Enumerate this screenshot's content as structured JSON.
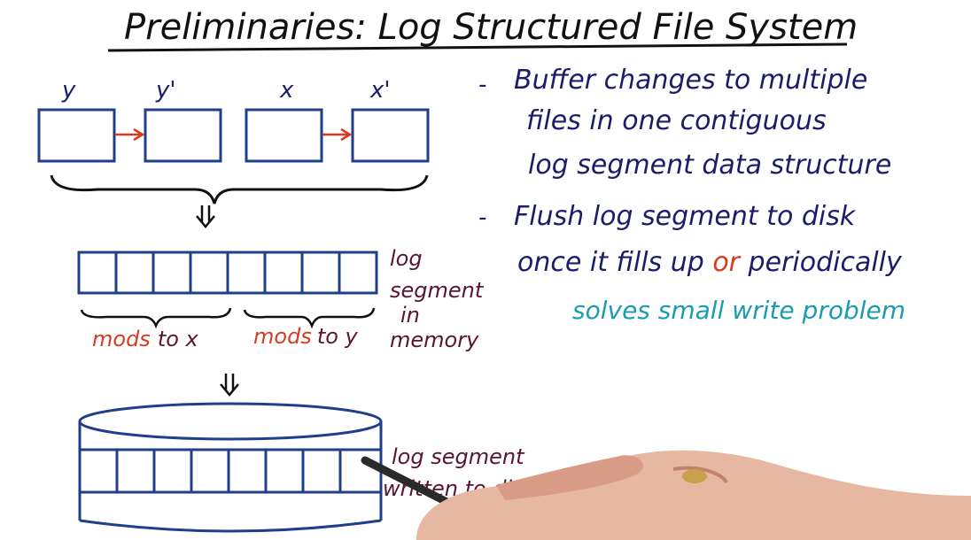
{
  "title": "Preliminaries: Log Structured File System",
  "top_blocks": [
    {
      "label": "y"
    },
    {
      "label": "y'"
    },
    {
      "label": "x"
    },
    {
      "label": "x'"
    }
  ],
  "memory_segment": {
    "label_lines": [
      "log",
      "segment",
      "in",
      "memory"
    ],
    "mods_label_1_highlight": "mods",
    "mods_label_1_rest": "to x",
    "mods_label_2_highlight": "mods",
    "mods_label_2_rest": "to y"
  },
  "disk_segment": {
    "label_lines": [
      "log segment",
      "written to disk"
    ]
  },
  "notes": {
    "bullet_mark": "-",
    "bullet1_lines": [
      "Buffer changes to multiple",
      "files in one contiguous",
      "log segment data structure"
    ],
    "bullet2_line1": "Flush log segment to disk",
    "bullet2_line2_a": "once it fills up ",
    "bullet2_line2_or": "or",
    "bullet2_line2_b": " periodically",
    "result": "solves small write problem"
  },
  "colors": {
    "title": "#111111",
    "box_stroke": "#1f3f8a",
    "arrow": "#d63a1f",
    "notes_ink": "#1c1c6b",
    "labels_ink": "#5a1433",
    "mods_red": "#d63a1f",
    "teal": "#1a9bb0",
    "black": "#111111"
  }
}
